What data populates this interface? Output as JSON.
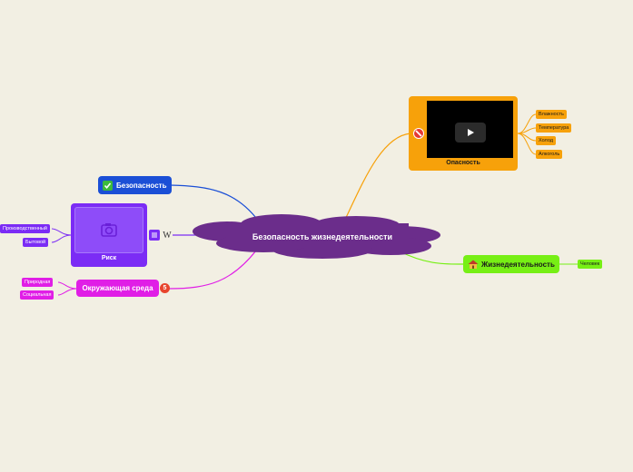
{
  "central": {
    "label": "Безопасность жизнедеятельности",
    "color": "#6b2d8b"
  },
  "topics": {
    "danger": {
      "label": "Опасность",
      "color": "#f7a10a",
      "icon": "no-entry-icon",
      "media": "video-play-icon",
      "leaves": [
        "Влажность",
        "Температура",
        "Холод",
        "Алкоголь"
      ]
    },
    "safety": {
      "label": "Безопасность",
      "color": "#1b4fd6",
      "icon": "check-mark-icon"
    },
    "risk": {
      "label": "Риск",
      "color": "#7b2cf5",
      "media": "image-placeholder-icon",
      "icons": [
        "note-icon",
        "wikipedia-icon"
      ],
      "leaves": [
        "Производственный",
        "Бытовой"
      ]
    },
    "environment": {
      "label": "Окружающая среда",
      "color": "#e01ee6",
      "icon": "number-5-icon",
      "leaves": [
        "Природная",
        "Социальная"
      ]
    },
    "life": {
      "label": "Жизнедеятельность",
      "color": "#77ef15",
      "icon": "house-icon",
      "leaves": [
        "Человек"
      ]
    }
  }
}
